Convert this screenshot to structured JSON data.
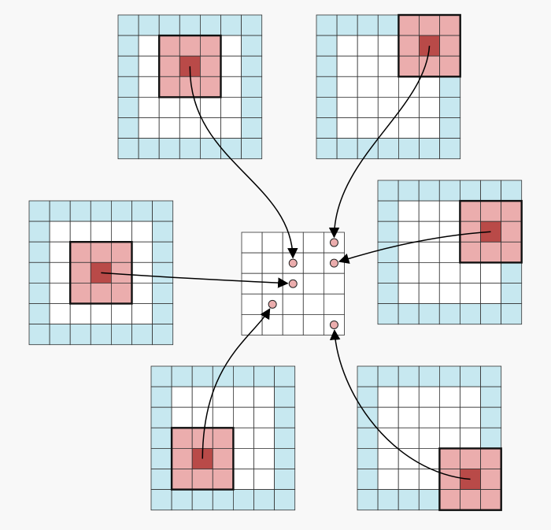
{
  "colors": {
    "background": "#f8f8f8",
    "padding_cell": "#c7e8f0",
    "input_cell": "#ffffff",
    "window_cell": "#ebadad",
    "center_cell": "#b94a48",
    "output_cell": "#ffffff",
    "output_marker": "#ebadad",
    "grid_line": "#333333",
    "arrow": "#000000"
  },
  "diagram": {
    "input_grid": {
      "rows": 7,
      "cols": 7,
      "padding_width": 1
    },
    "kernel": {
      "size": 3
    },
    "output_grid": {
      "rows": 5,
      "cols": 5
    },
    "mappings": [
      {
        "id": "top-left",
        "kernel_row": 1,
        "kernel_col": 2,
        "output_row": 1,
        "output_col": 2
      },
      {
        "id": "top-right",
        "kernel_row": 0,
        "kernel_col": 4,
        "output_row": 0,
        "output_col": 4
      },
      {
        "id": "middle-right",
        "kernel_row": 1,
        "kernel_col": 4,
        "output_row": 1,
        "output_col": 4
      },
      {
        "id": "middle-left",
        "kernel_row": 2,
        "kernel_col": 2,
        "output_row": 2,
        "output_col": 2
      },
      {
        "id": "bottom-left",
        "kernel_row": 3,
        "kernel_col": 1,
        "output_row": 3,
        "output_col": 1
      },
      {
        "id": "bottom-right",
        "kernel_row": 4,
        "kernel_col": 4,
        "output_row": 4,
        "output_col": 4
      }
    ]
  }
}
